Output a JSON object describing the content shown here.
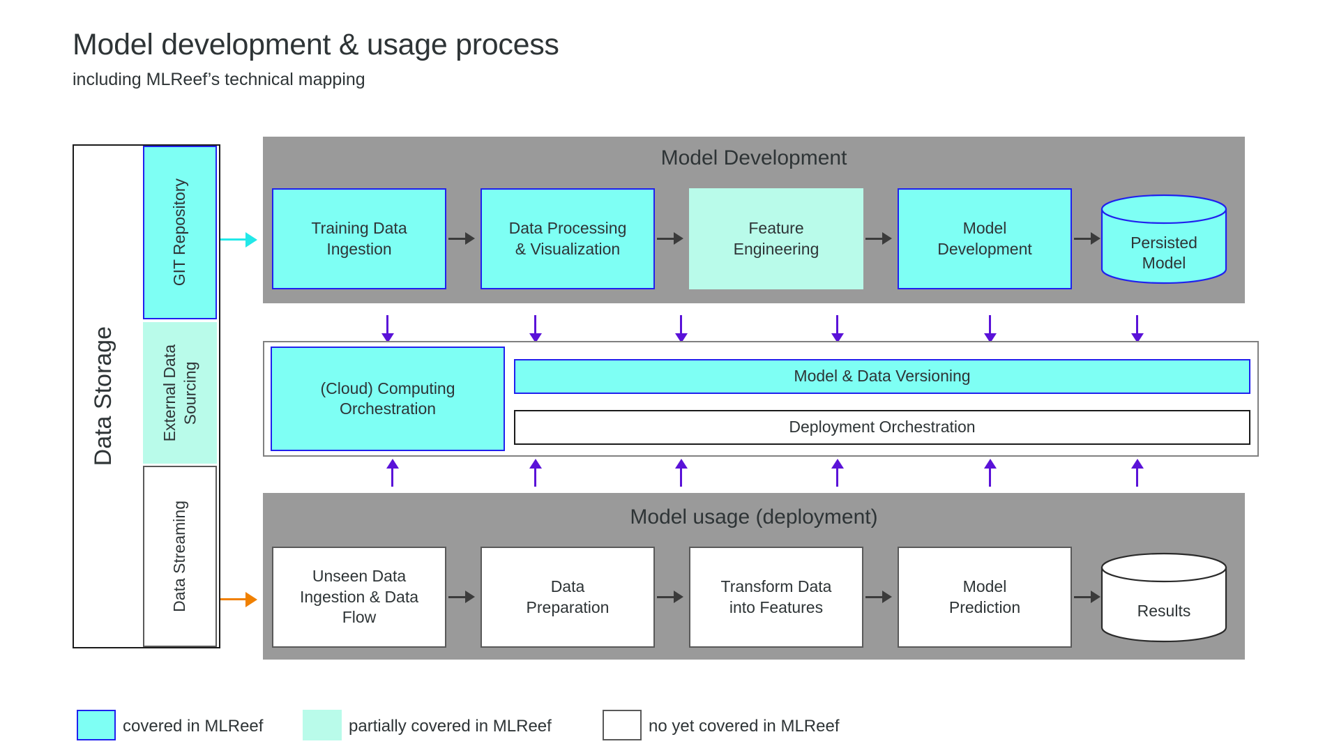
{
  "header": {
    "title": "Model development & usage process",
    "subtitle": "including MLReef’s technical mapping"
  },
  "colors": {
    "covered": "#7efff4",
    "covered_border": "#2020ee",
    "partially_covered": "#b9fbea",
    "not_covered": "#ffffff",
    "not_covered_border": "#595959",
    "panel_gray": "#9a9a9a",
    "arrow_purple": "#5a12d8",
    "arrow_cyan": "#22e8e8",
    "arrow_orange": "#f08000",
    "text": "#2e3436"
  },
  "data_storage": {
    "label": "Data Storage",
    "sources": [
      {
        "label": "GIT Repository",
        "coverage": "covered"
      },
      {
        "label": "External Data\nSourcing",
        "coverage": "partially_covered"
      },
      {
        "label": "Data Streaming",
        "coverage": "not_covered"
      }
    ]
  },
  "model_development": {
    "title": "Model Development",
    "steps": [
      {
        "label": "Training Data\nIngestion",
        "coverage": "covered",
        "shape": "rect"
      },
      {
        "label": "Data Processing\n& Visualization",
        "coverage": "covered",
        "shape": "rect"
      },
      {
        "label": "Feature\nEngineering",
        "coverage": "partially_covered",
        "shape": "rect"
      },
      {
        "label": "Model\nDevelopment",
        "coverage": "covered",
        "shape": "rect"
      },
      {
        "label": "Persisted\nModel",
        "coverage": "covered",
        "shape": "cylinder"
      }
    ]
  },
  "platform_layer": {
    "orchestration": {
      "label": "(Cloud) Computing\nOrchestration",
      "coverage": "covered"
    },
    "bars": [
      {
        "label": "Model & Data Versioning",
        "coverage": "covered"
      },
      {
        "label": "Deployment Orchestration",
        "coverage": "not_covered"
      }
    ]
  },
  "model_usage": {
    "title": "Model usage (deployment)",
    "steps": [
      {
        "label": "Unseen Data\nIngestion & Data\nFlow",
        "coverage": "not_covered",
        "shape": "rect"
      },
      {
        "label": "Data\nPreparation",
        "coverage": "not_covered",
        "shape": "rect"
      },
      {
        "label": "Transform Data\ninto Features",
        "coverage": "not_covered",
        "shape": "rect"
      },
      {
        "label": "Model\nPrediction",
        "coverage": "not_covered",
        "shape": "rect"
      },
      {
        "label": "Results",
        "coverage": "not_covered",
        "shape": "cylinder"
      }
    ]
  },
  "legend": {
    "items": [
      {
        "label": "covered in MLReef",
        "coverage": "covered"
      },
      {
        "label": "partially covered in MLReef",
        "coverage": "partially_covered"
      },
      {
        "label": "no yet covered in MLReef",
        "coverage": "not_covered"
      }
    ]
  }
}
